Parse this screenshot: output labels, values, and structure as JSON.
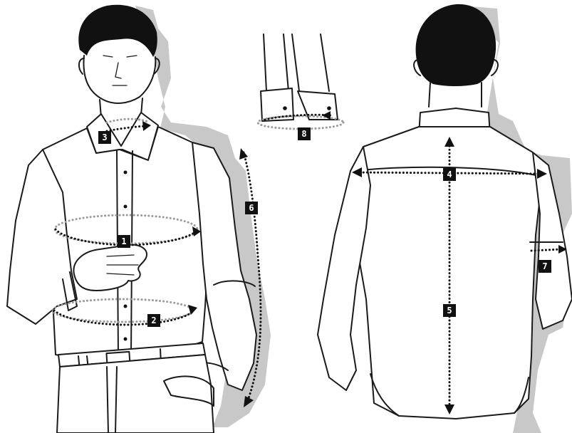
{
  "markers": [
    {
      "id": "1",
      "label": "1"
    },
    {
      "id": "2",
      "label": "2"
    },
    {
      "id": "3",
      "label": "3"
    },
    {
      "id": "4",
      "label": "4"
    },
    {
      "id": "5",
      "label": "5"
    },
    {
      "id": "6",
      "label": "6"
    },
    {
      "id": "7",
      "label": "7"
    },
    {
      "id": "8",
      "label": "8"
    }
  ],
  "colors": {
    "ink": "#1a1a1a",
    "shadow": "#c8c8c8",
    "dotted_front": "#111111",
    "dotted_back": "#9a9a9a",
    "marker_bg": "#111111",
    "marker_text": "#ffffff"
  }
}
